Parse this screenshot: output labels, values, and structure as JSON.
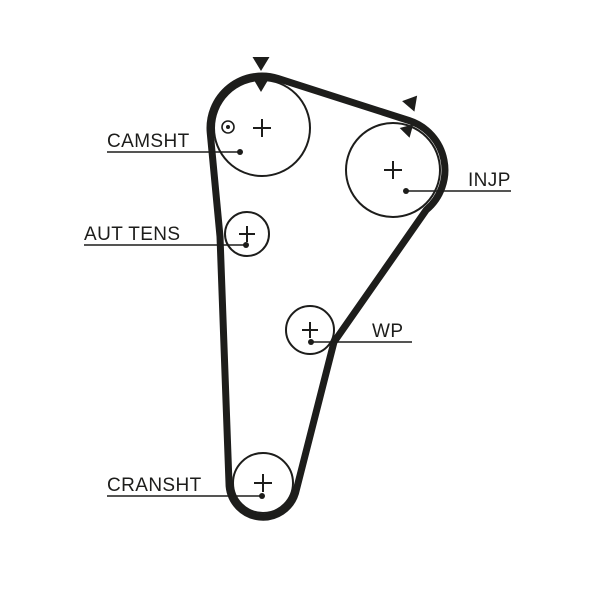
{
  "diagram": {
    "type": "timing-belt-routing-diagram",
    "background": "#ffffff",
    "line_color": "#1d1d1b",
    "labels": {
      "camshaft": "CAMSHT",
      "auto_tensioner": "AUT TENS",
      "injection_pump": "INJP",
      "water_pump": "WP",
      "crankshaft": "CRANSHT"
    },
    "icons": {
      "timing_marks": "filled downward triangles (2 at camshaft, 2 at injection pump)",
      "alignment_hole": "small double circle on camshaft pulley",
      "pulley_centers": "plus cross at each pulley center"
    }
  }
}
